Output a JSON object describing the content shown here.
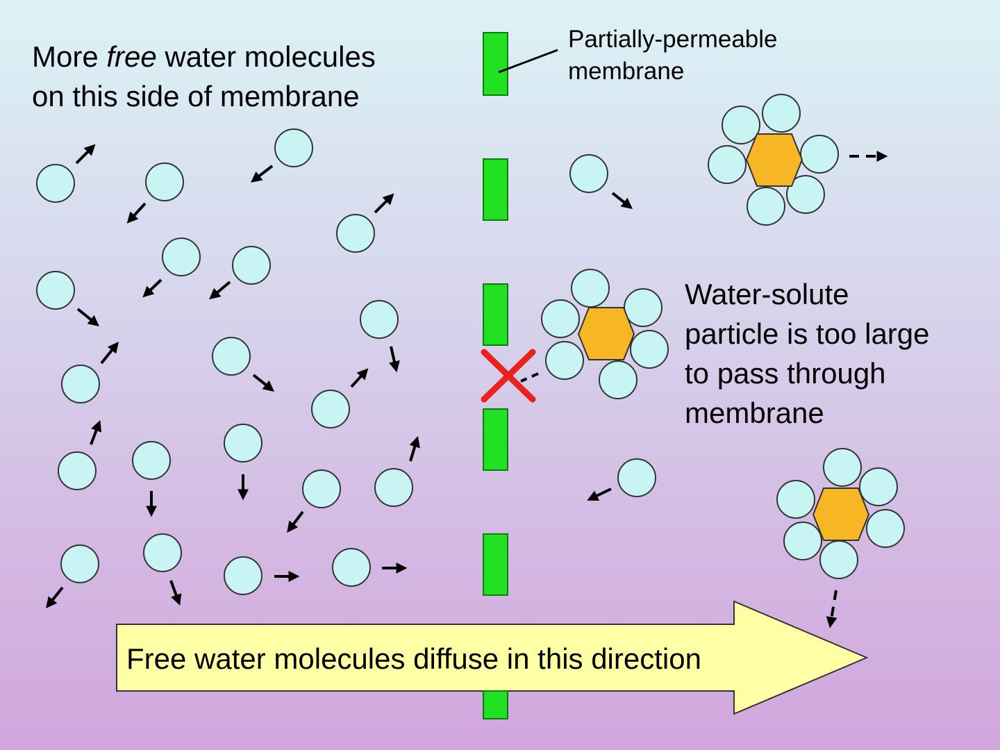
{
  "texts": {
    "left_line1_before": "More ",
    "left_line1_italic": "free",
    "left_line1_after": " water molecules",
    "left_line2": "on this side of membrane",
    "membrane_line1": "Partially-permeable",
    "membrane_line2": "membrane",
    "solute_line1": "Water-solute",
    "solute_line2": "particle is too large",
    "solute_line3": "to pass through",
    "solute_line4": "membrane",
    "arrow_label": "Free water molecules diffuse in this direction"
  },
  "colors": {
    "water_fill": "#c8f4f4",
    "membrane": "#22e022",
    "solute_fill": "#f7b623",
    "big_arrow_fill": "#ffffa6",
    "block_mark": "#e8221c"
  },
  "icons": {
    "blocked_marker": "red-x-icon"
  }
}
